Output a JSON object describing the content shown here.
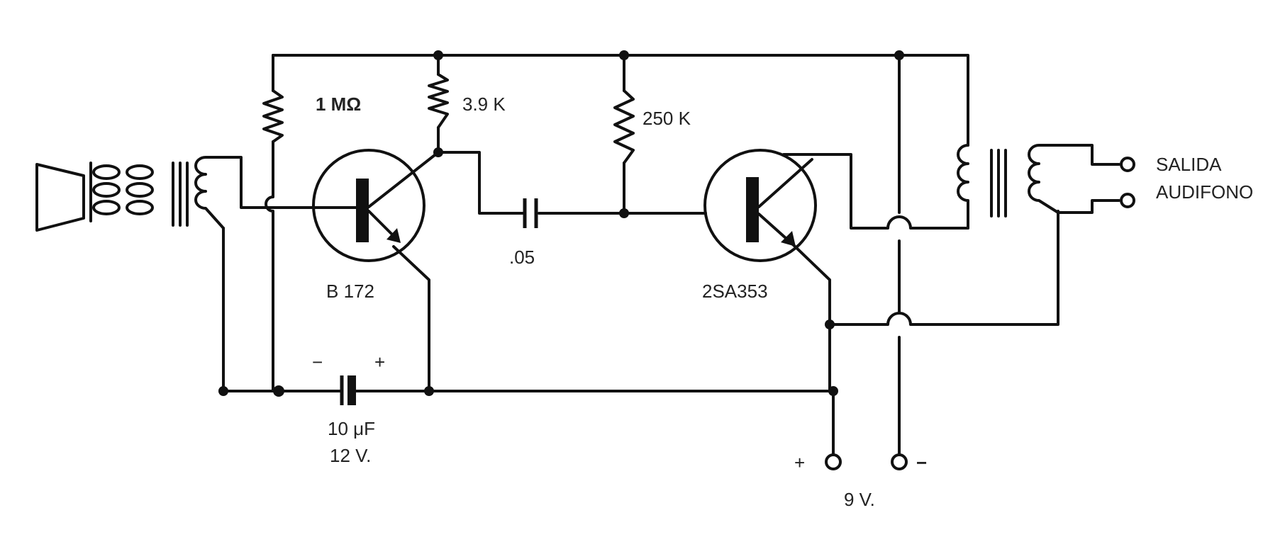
{
  "schematic": {
    "labels": {
      "r1": "1 MΩ",
      "r2": "3.9 K",
      "r3": "250 K",
      "cap_coupling": ".05",
      "q1": "B 172",
      "q2": "2SA353",
      "cap_elec_value": "10 μF",
      "cap_elec_voltage": "12 V.",
      "cap_minus": "−",
      "cap_plus": "+",
      "output_line1": "SALIDA",
      "output_line2": "AUDIFONO",
      "supply_plus": "+",
      "supply_minus": "−",
      "supply_voltage": "9 V."
    }
  }
}
